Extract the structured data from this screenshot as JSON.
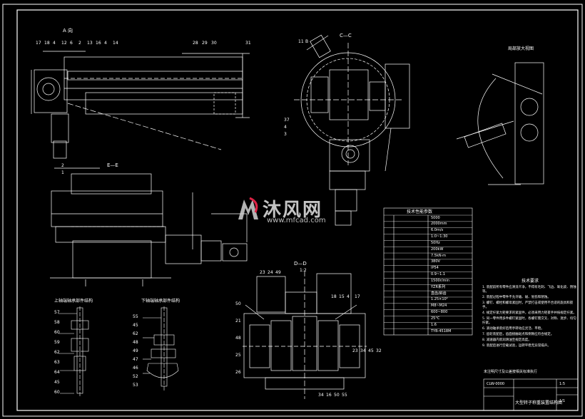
{
  "watermark": {
    "brand_text": "沐风网",
    "url_text": "www.mfcad.com"
  },
  "views": {
    "view_a_title": "A 向",
    "view_c_title": "C—C",
    "view_e_title": "E—E",
    "view_d_title": "D—D",
    "view_scale": "1:2",
    "detail_left_title": "上轴端轴承部件结构",
    "detail_right_title": "下轴端轴承部件结构",
    "detail_top_right_title": "局部放大视图"
  },
  "callouts": {
    "a_top": [
      "17",
      "18",
      "4",
      "12",
      "6",
      "2",
      "13",
      "16",
      "4",
      "14",
      "28",
      "29",
      "30",
      "31"
    ],
    "c_left": [
      "37",
      "4",
      "3"
    ],
    "c_top": [
      "11",
      "B"
    ],
    "e_left": [
      "2",
      "1"
    ],
    "d_top_left": [
      "23",
      "24",
      "49"
    ],
    "d_top_right": [
      "18",
      "15",
      "4",
      "17"
    ],
    "d_left": [
      "50",
      "21",
      "48",
      "25",
      "26"
    ],
    "d_right": [
      "23",
      "34",
      "45",
      "32"
    ],
    "d_bottom": [
      "34",
      "16",
      "50",
      "55"
    ],
    "detail_left": [
      "57",
      "58",
      "60",
      "59",
      "62",
      "63",
      "64",
      "45",
      "60"
    ],
    "detail_right": [
      "55",
      "45",
      "62",
      "48",
      "49",
      "47",
      "46",
      "52",
      "53"
    ]
  },
  "spec_table": {
    "header": "技术性能参数",
    "rows": [
      [
        "",
        "5000"
      ],
      [
        "",
        "2000mm"
      ],
      [
        "",
        "6.0m/s"
      ],
      [
        "",
        "1:0~1:30"
      ],
      [
        "",
        "50Hz"
      ],
      [
        "",
        "200kW"
      ],
      [
        "",
        "7.5kN·m"
      ],
      [
        "",
        "380V"
      ],
      [
        "",
        "IP54"
      ],
      [
        "",
        "0.9~1.1"
      ],
      [
        "",
        "1500r/min"
      ],
      [
        "",
        "YZR系列"
      ],
      [
        "",
        "直齿/斜齿"
      ],
      [
        "",
        "1.25×10⁴"
      ],
      [
        "",
        "M8~M24"
      ],
      [
        "",
        "600~800"
      ],
      [
        "",
        "25°C"
      ],
      [
        "",
        "1.6"
      ],
      [
        "",
        "TYB-4518M"
      ]
    ]
  },
  "notes": {
    "heading": "技术要求",
    "items": [
      "1. 装配前所有零件应清洗干净，不得有毛刺、飞边、氧化皮、锈蚀等。",
      "2. 装配过程中零件不允许磕、碰、划伤和锈蚀。",
      "3. 螺钉、螺栓和螺母紧固时，严禁打击或使用不合适的旋具和扳手。",
      "4. 规定拧紧力矩要求的紧固件，必须采用力矩扳手并按规定拧紧。",
      "5. 同一零件用多件螺钉紧固时，各螺钉需交叉、对称、逐步、均匀拧紧。",
      "6. 滚动轴承装好后用手转动应灵活、平稳。",
      "7. 齿轮装配后，齿面接触斑点和侧隙应符合规定。",
      "8. 减速器内装润滑油至规定高度。",
      "9. 装配后进行空载试验，运转平稳无异常噪声。"
    ],
    "footer": "未注明尺寸及公差按相关标准执行"
  },
  "title_block": {
    "drawing_no": "CLW-0000",
    "title": "大型转子称重装置结构图",
    "scale": "1:5",
    "sheet": "1/1"
  }
}
